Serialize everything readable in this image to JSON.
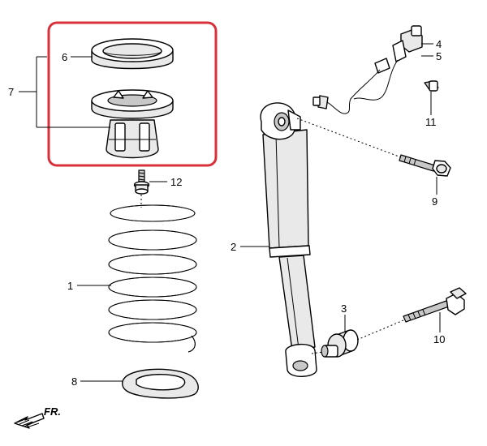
{
  "callouts": {
    "c1": "1",
    "c2": "2",
    "c3": "3",
    "c4": "4",
    "c5": "5",
    "c6": "6",
    "c7": "7",
    "c8": "8",
    "c9": "9",
    "c10": "10",
    "c11": "11",
    "c12": "12"
  },
  "direction_label": "FR.",
  "highlight_color": "#d9303a"
}
